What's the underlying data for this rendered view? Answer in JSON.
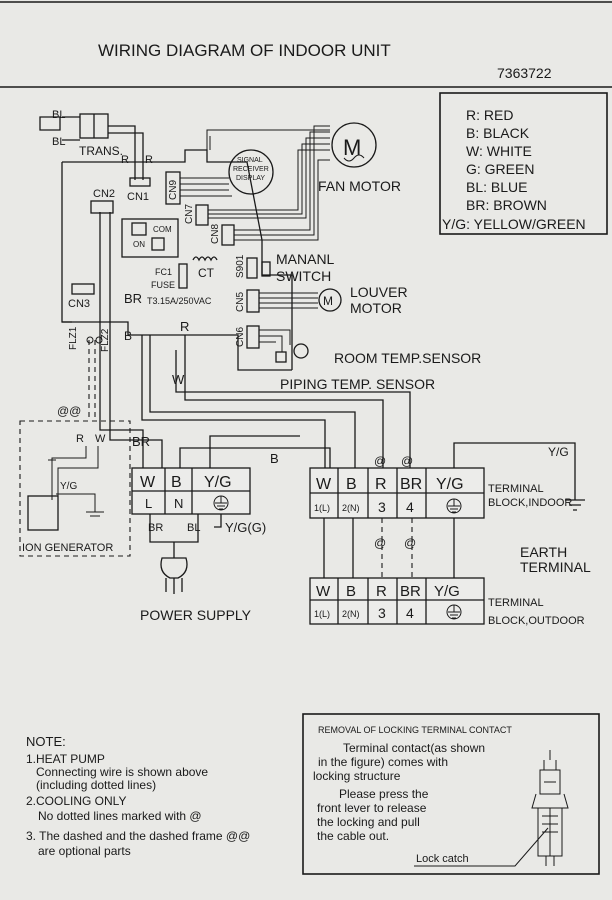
{
  "header": {
    "title": "WIRING DIAGRAM OF INDOOR UNIT",
    "doc_number": "7363722"
  },
  "legend": [
    "R: RED",
    "B: BLACK",
    "W: WHITE",
    "G: GREEN",
    "BL: BLUE",
    "BR: BROWN",
    "Y/G: YELLOW/GREEN"
  ],
  "board": {
    "bl_top": "BL",
    "bl_second": "BL",
    "trans": "TRANS.",
    "r1": "R",
    "r2": "R",
    "cn1": "CN1",
    "cn2": "CN2",
    "cn3": "CN3",
    "cn5": "CN5",
    "cn6": "CN6",
    "cn7": "CN7",
    "cn8": "CN8",
    "cn9": "CN9",
    "s901": "S901",
    "com": "COM",
    "on": "ON",
    "fc1": "FC1",
    "fuse": "FUSE",
    "ct": "CT",
    "br_label": "BR",
    "fuse_rating": "T3.15A/250VAC",
    "flz1": "FLZ1",
    "flz2": "FLZ2",
    "b_label": "B",
    "r_label": "R",
    "w_label": "W",
    "signal_receiver": [
      "SIGNAL",
      "RECEIVER",
      "DISPLAY"
    ]
  },
  "components": {
    "fan_motor": "FAN MOTOR",
    "motor_symbol": "M",
    "manual_switch": [
      "MANANL",
      "SWITCH"
    ],
    "louver_motor": [
      "LOUVER",
      "MOTOR"
    ],
    "room_sensor": "ROOM TEMP.SENSOR",
    "piping_sensor": "PIPING TEMP. SENSOR"
  },
  "ion_generator": {
    "label": "ION GENERATOR",
    "wire_r": "R",
    "wire_w": "W",
    "wire_yg": "Y/G",
    "optional_mark": "@@"
  },
  "power_terminal": {
    "top_row": [
      "W",
      "B",
      "Y/G"
    ],
    "bottom_row": [
      "L",
      "N"
    ],
    "wires": [
      "BR",
      "BL",
      "Y/G(G)"
    ],
    "br_wire": "BR",
    "b_wire": "B",
    "label": "POWER SUPPLY"
  },
  "indoor_terminal": {
    "top_row": [
      "W",
      "B",
      "R",
      "BR",
      "Y/G"
    ],
    "bottom_row": [
      "1(L)",
      "2(N)",
      "3",
      "4"
    ],
    "label": [
      "TERMINAL",
      "BLOCK,INDOOR"
    ],
    "yg_wire": "Y/G",
    "marks": [
      "@",
      "@"
    ]
  },
  "outdoor_terminal": {
    "top_row": [
      "W",
      "B",
      "R",
      "BR",
      "Y/G"
    ],
    "bottom_row": [
      "1(L)",
      "2(N)",
      "3",
      "4"
    ],
    "label": [
      "TERMINAL",
      "BLOCK,OUTDOOR"
    ],
    "marks": [
      "@",
      "@"
    ]
  },
  "earth": [
    "EARTH",
    "TERMINAL"
  ],
  "notes": {
    "heading": "NOTE:",
    "lines": [
      "1.HEAT PUMP",
      "Connecting wire is shown above",
      "(including dotted lines)",
      "2.COOLING ONLY",
      "No dotted lines marked with @",
      "3. The dashed and the dashed frame  @@",
      "are optional parts"
    ]
  },
  "removal": {
    "heading": "REMOVAL OF LOCKING TERMINAL CONTACT",
    "lines": [
      "Terminal contact(as shown",
      "in the figure)          comes with",
      "locking structure",
      "Please press the",
      "front lever to release",
      "the locking and pull",
      "the cable out."
    ],
    "lock_catch": "Lock catch"
  }
}
